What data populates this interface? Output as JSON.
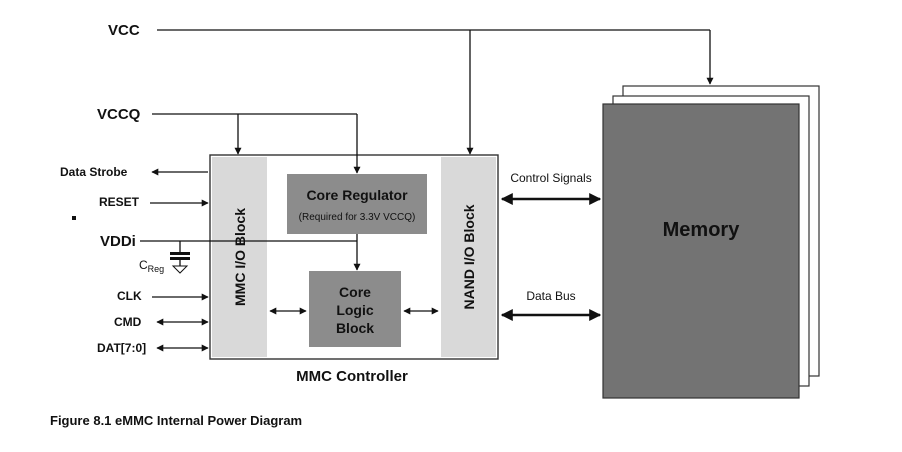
{
  "signals": {
    "vcc": "VCC",
    "vccq": "VCCQ",
    "vddi": "VDDi",
    "creg_main": "C",
    "creg_sub": "Reg",
    "data_strobe": "Data Strobe",
    "reset": "RESET",
    "clk": "CLK",
    "cmd": "CMD",
    "dat": "DAT[7:0]"
  },
  "blocks": {
    "mmc_io": "MMC I/O Block",
    "nand_io": "NAND I/O Block",
    "core_regulator_title": "Core Regulator",
    "core_regulator_note": "(Required for 3.3V VCCQ)",
    "core_logic_line1": "Core",
    "core_logic_line2": "Logic",
    "core_logic_line3": "Block",
    "controller": "MMC Controller",
    "memory": "Memory"
  },
  "buses": {
    "control_signals": "Control Signals",
    "data_bus": "Data Bus"
  },
  "caption": "Figure 8.1 eMMC Internal Power Diagram",
  "colors": {
    "io_block": "#d9d9d9",
    "regulator": "#8c8c8c",
    "core_logic": "#8c8c8c",
    "memory": "#737373",
    "lines": "#111111"
  }
}
